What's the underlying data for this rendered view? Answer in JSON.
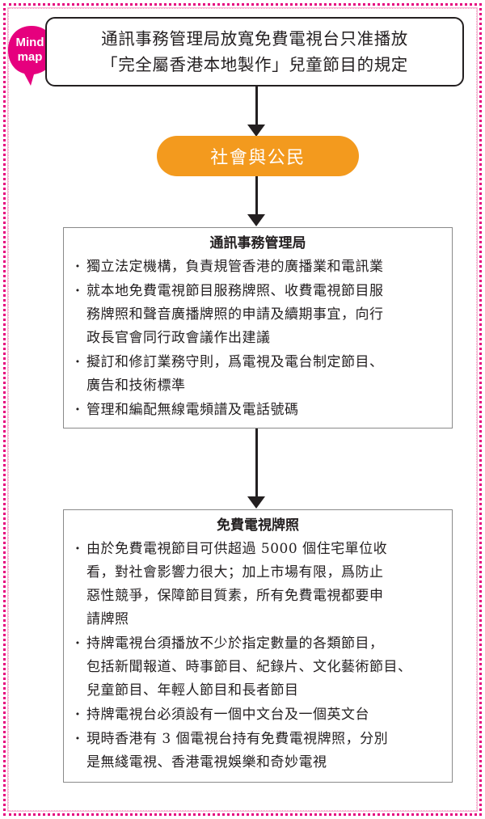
{
  "badge": {
    "line1": "Mind",
    "line2": "map",
    "color": "#e6007e"
  },
  "title": {
    "line1": "通訊事務管理局放寬免費電視台只准播放",
    "line2": "「完全屬香港本地製作」兒童節目的規定"
  },
  "central_node": {
    "label": "社會與公民",
    "color": "#f39a1e"
  },
  "ofca": {
    "heading": "通訊事務管理局",
    "items": [
      {
        "lines": [
          "獨立法定機構，負責規管香港的廣播業和電訊業"
        ]
      },
      {
        "lines": [
          "就本地免費電視節目服務牌照、收費電視節目服",
          "務牌照和聲音廣播牌照的申請及續期事宜，向行",
          "政長官會同行政會議作出建議"
        ]
      },
      {
        "lines": [
          "擬訂和修訂業務守則，爲電視及電台制定節目、",
          "廣告和技術標準"
        ]
      },
      {
        "lines": [
          "管理和編配無線電頻譜及電話號碼"
        ]
      }
    ]
  },
  "licence": {
    "heading": "免費電視牌照",
    "items": [
      {
        "lines": [
          "由於免費電視節目可供超過 5000 個住宅單位收",
          "看，對社會影響力很大；加上市場有限，爲防止",
          "惡性競爭，保障節目質素，所有免費電視都要申",
          "請牌照"
        ]
      },
      {
        "lines": [
          "持牌電視台須播放不少於指定數量的各類節目，",
          "包括新聞報道、時事節目、紀錄片、文化藝術節目、",
          "兒童節目、年輕人節目和長者節目"
        ]
      },
      {
        "lines": [
          "持牌電視台必須設有一個中文台及一個英文台"
        ]
      },
      {
        "lines": [
          "現時香港有 3 個電視台持有免費電視牌照，分別",
          "是無綫電視、香港電視娛樂和奇妙電視"
        ]
      }
    ]
  }
}
